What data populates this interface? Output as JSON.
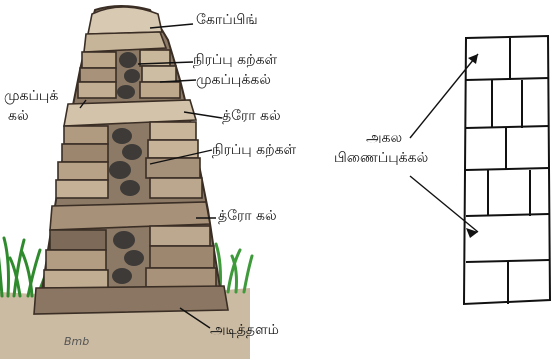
{
  "labels": {
    "coping": "கோப்பிங்",
    "filling_stones_top": "நிரப்பு கற்கள்",
    "face_stone_right": "முகப்புக்கல்",
    "face_stone_left_line1": "முகப்புக்",
    "face_stone_left_line2": "கல்",
    "through_stone_top": "த்ரோ கல்",
    "filling_stones_mid": "நிரப்பு கற்கள்",
    "through_stone_bottom": "த்ரோ கல்",
    "foundation": "அடித்தளம்",
    "wide_joint_line1": "அகல",
    "wide_joint_line2": "பிணைப்புக்கல்",
    "signature": "Bmb"
  },
  "colors": {
    "stone_light": "#c9b79c",
    "stone_dark": "#6b5a4a",
    "stone_mid": "#9a8570",
    "grass": "#3e9a3a",
    "ground": "#b8a48a",
    "line": "#111111"
  }
}
